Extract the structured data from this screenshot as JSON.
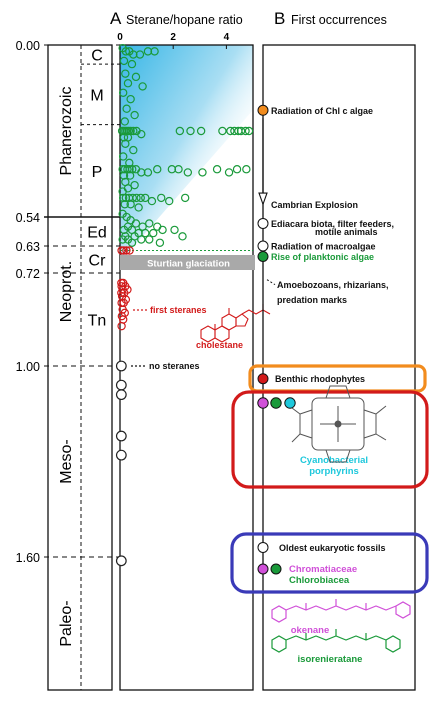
{
  "panels": {
    "a_letter": "A",
    "a_title": "Sterane/hopane ratio",
    "b_letter": "B",
    "b_title": "First occurrences"
  },
  "age_axis": [
    {
      "label": "0.00",
      "age": 0.0
    },
    {
      "label": "0.54",
      "age": 0.54
    },
    {
      "label": "0.63",
      "age": 0.63
    },
    {
      "label": "0.72",
      "age": 0.72
    },
    {
      "label": "1.00",
      "age": 1.0
    },
    {
      "label": "1.60",
      "age": 1.6
    }
  ],
  "eons": [
    {
      "label": "Phanerozoic",
      "from": 0.0,
      "to": 0.54
    },
    {
      "label": "Neoprot.",
      "from": 0.54,
      "to": 1.0
    },
    {
      "label": "Meso-",
      "from": 1.0,
      "to": 1.6
    },
    {
      "label": "Paleo-",
      "from": 1.6,
      "to": 1.95
    }
  ],
  "eras": [
    {
      "label": "C",
      "from": 0.0,
      "to": 0.06
    },
    {
      "label": "M",
      "from": 0.06,
      "to": 0.25
    },
    {
      "label": "P",
      "from": 0.25,
      "to": 0.54
    },
    {
      "label": "Ed",
      "from": 0.54,
      "to": 0.63
    },
    {
      "label": "Cr",
      "from": 0.63,
      "to": 0.72
    },
    {
      "label": "Tn",
      "from": 0.72,
      "to": 1.0
    }
  ],
  "chart_data": {
    "type": "scatter",
    "x_ticks": [
      "0",
      "2",
      "4"
    ],
    "xlim": [
      0,
      5
    ],
    "ylim": [
      0,
      1.95
    ],
    "series": [
      {
        "color": "#1a9a3a",
        "points": [
          [
            0.1,
            0.01
          ],
          [
            0.22,
            0.02
          ],
          [
            0.35,
            0.02
          ],
          [
            0.5,
            0.03
          ],
          [
            0.75,
            0.03
          ],
          [
            1.05,
            0.02
          ],
          [
            1.3,
            0.02
          ],
          [
            0.15,
            0.05
          ],
          [
            0.45,
            0.06
          ],
          [
            0.2,
            0.09
          ],
          [
            0.6,
            0.1
          ],
          [
            0.3,
            0.12
          ],
          [
            0.85,
            0.13
          ],
          [
            0.12,
            0.15
          ],
          [
            0.4,
            0.17
          ],
          [
            0.25,
            0.2
          ],
          [
            0.55,
            0.22
          ],
          [
            0.18,
            0.24
          ],
          [
            0.08,
            0.27
          ],
          [
            0.14,
            0.27
          ],
          [
            0.2,
            0.27
          ],
          [
            0.26,
            0.27
          ],
          [
            0.32,
            0.27
          ],
          [
            0.4,
            0.27
          ],
          [
            0.5,
            0.27
          ],
          [
            0.62,
            0.27
          ],
          [
            0.8,
            0.28
          ],
          [
            0.3,
            0.29
          ],
          [
            0.15,
            0.29
          ],
          [
            2.25,
            0.27
          ],
          [
            2.65,
            0.27
          ],
          [
            3.05,
            0.27
          ],
          [
            3.85,
            0.27
          ],
          [
            4.15,
            0.27
          ],
          [
            4.3,
            0.27
          ],
          [
            4.45,
            0.27
          ],
          [
            4.55,
            0.27
          ],
          [
            4.72,
            0.27
          ],
          [
            4.85,
            0.27
          ],
          [
            0.2,
            0.31
          ],
          [
            0.5,
            0.33
          ],
          [
            0.12,
            0.35
          ],
          [
            0.35,
            0.37
          ],
          [
            0.1,
            0.39
          ],
          [
            0.18,
            0.39
          ],
          [
            0.28,
            0.39
          ],
          [
            0.36,
            0.39
          ],
          [
            0.46,
            0.39
          ],
          [
            0.6,
            0.39
          ],
          [
            0.8,
            0.4
          ],
          [
            1.05,
            0.4
          ],
          [
            1.4,
            0.39
          ],
          [
            0.15,
            0.41
          ],
          [
            0.38,
            0.41
          ],
          [
            1.95,
            0.39
          ],
          [
            2.2,
            0.39
          ],
          [
            2.55,
            0.4
          ],
          [
            3.1,
            0.4
          ],
          [
            3.65,
            0.39
          ],
          [
            4.1,
            0.4
          ],
          [
            4.4,
            0.39
          ],
          [
            4.75,
            0.39
          ],
          [
            0.2,
            0.43
          ],
          [
            0.55,
            0.44
          ],
          [
            0.3,
            0.45
          ],
          [
            0.1,
            0.46
          ],
          [
            0.12,
            0.48
          ],
          [
            0.22,
            0.48
          ],
          [
            0.34,
            0.48
          ],
          [
            0.48,
            0.48
          ],
          [
            0.62,
            0.48
          ],
          [
            0.78,
            0.48
          ],
          [
            0.95,
            0.48
          ],
          [
            1.2,
            0.49
          ],
          [
            1.55,
            0.48
          ],
          [
            1.85,
            0.49
          ],
          [
            2.45,
            0.48
          ],
          [
            0.18,
            0.5
          ],
          [
            0.4,
            0.5
          ],
          [
            0.7,
            0.51
          ],
          [
            0.1,
            0.53
          ],
          [
            0.25,
            0.54
          ],
          [
            0.4,
            0.55
          ],
          [
            0.6,
            0.56
          ],
          [
            0.85,
            0.57
          ],
          [
            1.1,
            0.56
          ],
          [
            1.4,
            0.57
          ],
          [
            0.3,
            0.57
          ],
          [
            0.15,
            0.58
          ],
          [
            0.45,
            0.58
          ],
          [
            0.7,
            0.59
          ],
          [
            0.95,
            0.59
          ],
          [
            1.25,
            0.59
          ],
          [
            1.6,
            0.58
          ],
          [
            2.05,
            0.58
          ],
          [
            0.2,
            0.6
          ],
          [
            0.55,
            0.6
          ],
          [
            0.1,
            0.61
          ],
          [
            0.3,
            0.61
          ],
          [
            0.8,
            0.61
          ],
          [
            1.1,
            0.61
          ],
          [
            1.5,
            0.62
          ],
          [
            2.35,
            0.6
          ],
          [
            0.45,
            0.62
          ]
        ]
      },
      {
        "color": "#d21a1a",
        "points": [
          [
            0.06,
            0.645
          ],
          [
            0.14,
            0.645
          ],
          [
            0.24,
            0.645
          ],
          [
            0.36,
            0.645
          ],
          [
            0.05,
            0.75
          ],
          [
            0.12,
            0.75
          ],
          [
            0.06,
            0.76
          ],
          [
            0.2,
            0.76
          ],
          [
            0.1,
            0.77
          ],
          [
            0.28,
            0.77
          ],
          [
            0.05,
            0.78
          ],
          [
            0.16,
            0.78
          ],
          [
            0.08,
            0.79
          ],
          [
            0.22,
            0.8
          ],
          [
            0.06,
            0.81
          ],
          [
            0.14,
            0.81
          ],
          [
            0.1,
            0.83
          ],
          [
            0.18,
            0.84
          ],
          [
            0.07,
            0.85
          ],
          [
            0.12,
            0.86
          ],
          [
            0.06,
            0.88
          ]
        ]
      },
      {
        "color": "#222222",
        "points": [
          [
            0.05,
            1.0
          ],
          [
            0.05,
            1.06
          ],
          [
            0.05,
            1.09
          ],
          [
            0.05,
            1.22
          ],
          [
            0.05,
            1.28
          ],
          [
            0.05,
            1.61
          ]
        ]
      }
    ],
    "bands": [
      {
        "label": "Sturtian glaciation",
        "from": 0.66,
        "to": 0.71,
        "color": "#a9a9a9"
      }
    ]
  },
  "annotations": {
    "first_steranes": "first steranes",
    "cholestane": "cholestane",
    "no_steranes": "no steranes"
  },
  "occurrences": [
    {
      "text": "Radiation of Chl c algae",
      "age": 0.205,
      "marker": "#f28c1e",
      "text_color": "#111111"
    },
    {
      "text": "Cambrian Explosion",
      "age": 0.5,
      "marker": "none",
      "text_color": "#111111"
    },
    {
      "text": "Ediacara biota, filter feeders,",
      "age": 0.56,
      "marker": "#ffffff",
      "text_color": "#111111"
    },
    {
      "text": "motile animals",
      "age": 0.585,
      "marker": "none",
      "text_color": "#111111"
    },
    {
      "text": "Radiation of macroalgae",
      "age": 0.63,
      "marker": "#ffffff",
      "text_color": "#111111"
    },
    {
      "text": "Rise of planktonic algae",
      "age": 0.665,
      "marker": "#1a9a3a",
      "text_color": "#1a9a3a"
    },
    {
      "text": "Amoebozoans, rhizarians,",
      "age": 0.755,
      "marker": "none",
      "text_color": "#111111"
    },
    {
      "text": "predation marks",
      "age": 0.8,
      "marker": "none",
      "text_color": "#111111"
    },
    {
      "text": "Benthic rhodophytes",
      "age": 1.04,
      "marker": "#d21a1a",
      "text_color": "#111111"
    },
    {
      "text": "Oldest eukaryotic fossils",
      "age": 1.57,
      "marker": "#ffffff",
      "text_color": "#111111"
    }
  ],
  "porphyrins": {
    "line1": "Cyanobacterial",
    "line2": "porphyrins",
    "color": "#1ec8dc"
  },
  "green_sulfur": {
    "line1": "Chromatiaceae",
    "line2": "Chlorobiacea",
    "color1": "#d050d8",
    "color2": "#1a9a3a"
  },
  "molecules": {
    "okenane": "okenane",
    "okenane_color": "#d050d8",
    "isorenieratane": "isorenieratane",
    "isorenieratane_color": "#1a9a3a"
  },
  "boxes": {
    "orange": "#f28c1e",
    "red": "#d21a1a",
    "blue": "#3a3ab8"
  }
}
